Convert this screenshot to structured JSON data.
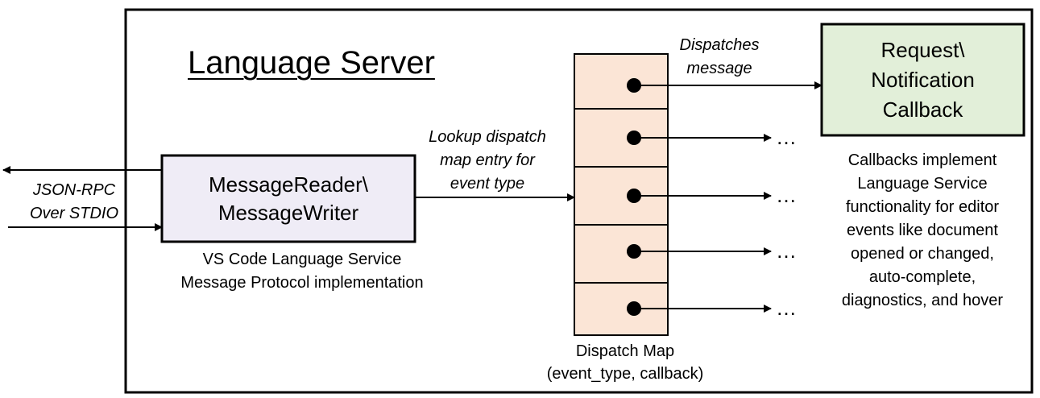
{
  "title": "Language Server",
  "message_box": {
    "line1": "MessageReader\\",
    "line2": "MessageWriter"
  },
  "message_box_caption": {
    "line1": "VS Code Language Service",
    "line2": "Message Protocol implementation"
  },
  "io_label": {
    "line1": "JSON-RPC",
    "line2": "Over STDIO"
  },
  "lookup_label": {
    "line1": "Lookup dispatch",
    "line2": "map entry for",
    "line3": "event type"
  },
  "dispatches_label": {
    "line1": "Dispatches",
    "line2": "message"
  },
  "callback_box": {
    "line1": "Request\\",
    "line2": "Notification",
    "line3": "Callback"
  },
  "dispatch_map_caption": {
    "line1": "Dispatch Map",
    "line2": "(event_type, callback)"
  },
  "ellipsis": "…",
  "callbacks_note": [
    "Callbacks implement",
    "Language Service",
    "functionality for editor",
    "events like document",
    "opened or changed,",
    "auto-complete,",
    "diagnostics, and hover"
  ],
  "colors": {
    "message_box_fill": "#efecf6",
    "dispatch_map_fill": "#fbe5d6",
    "callback_box_fill": "#e2efd9",
    "stroke": "#000000"
  }
}
